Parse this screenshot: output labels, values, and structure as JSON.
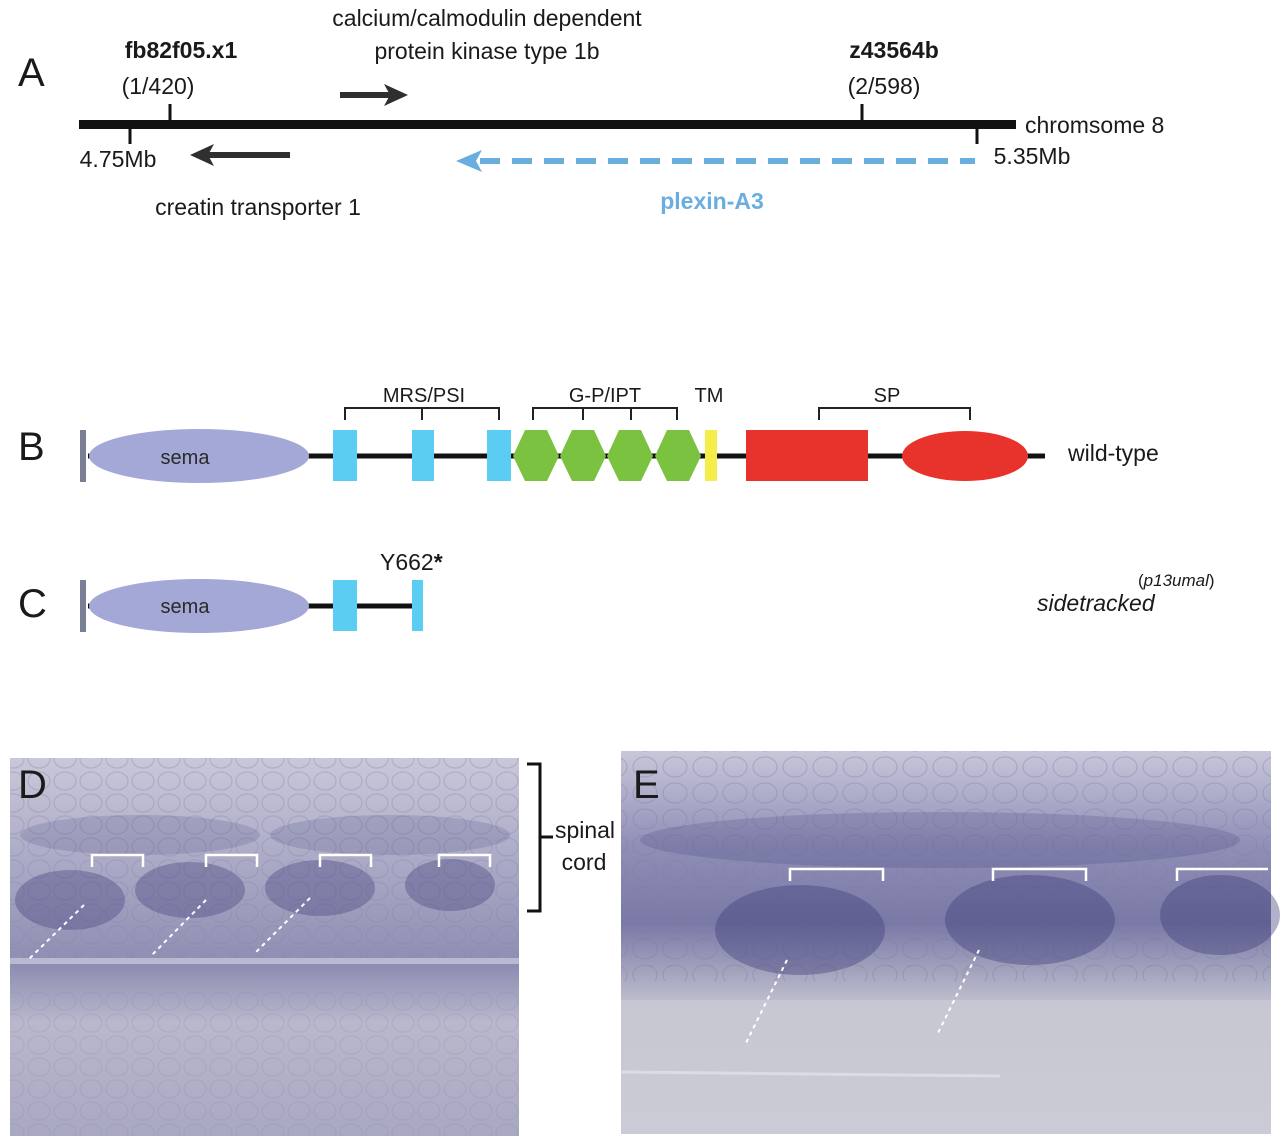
{
  "panel_a": {
    "letter": "A",
    "gene_calcium_line1": "calcium/calmodulin dependent",
    "gene_calcium_line2": "protein kinase type 1b",
    "marker_left_name": "fb82f05.x1",
    "marker_left_ratio": "(1/420)",
    "marker_right_name": "z43564b",
    "marker_right_ratio": "(2/598)",
    "chromosome": "chromsome 8",
    "pos_left": "4.75Mb",
    "pos_right": "5.35Mb",
    "gene_creatin": "creatin transporter 1",
    "gene_plexin": "plexin-A3"
  },
  "panel_b": {
    "letter": "B",
    "domain_sema": "sema",
    "label_mrs_psi": "MRS/PSI",
    "label_gp_ipt": "G-P/IPT",
    "label_tm": "TM",
    "label_sp": "SP",
    "variant": "wild-type"
  },
  "panel_c": {
    "letter": "C",
    "domain_sema": "sema",
    "mutation": "Y662",
    "mutation_mark": "*",
    "variant_name": "sidetracked",
    "variant_allele": "(p13umal)"
  },
  "panel_d": {
    "letter": "D",
    "region_line1": "spinal",
    "region_line2": "cord"
  },
  "panel_e": {
    "letter": "E"
  },
  "colors": {
    "sema": "#a3a8d6",
    "psi": "#5ccdf2",
    "ipt": "#7cc241",
    "tm": "#f3ee4a",
    "sp": "#e8322c",
    "plexin": "#6aaee0",
    "micrograph_bg": "#bdbccd",
    "stain": "#3c3c78"
  }
}
